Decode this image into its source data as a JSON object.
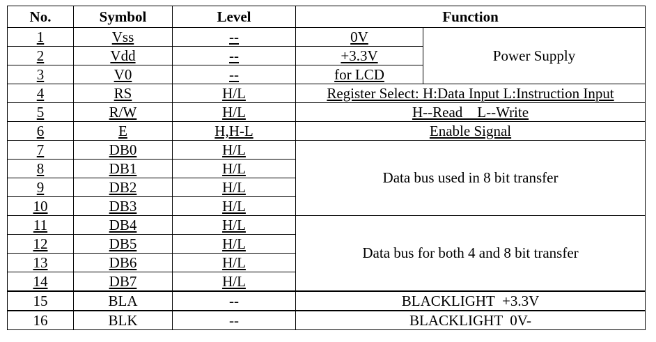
{
  "headers": {
    "no": "No.",
    "symbol": "Symbol",
    "level": "Level",
    "function": "Function"
  },
  "rows": [
    {
      "no": "1",
      "symbol": "Vss",
      "level": "--",
      "function": "0V"
    },
    {
      "no": "2",
      "symbol": "Vdd",
      "level": "--",
      "function": "+3.3V"
    },
    {
      "no": "3",
      "symbol": "V0",
      "level": "--",
      "function": "for LCD"
    },
    {
      "no": "4",
      "symbol": "RS",
      "level": "H/L",
      "function": "Register Select:  H:Data Input  L:Instruction Input"
    },
    {
      "no": "5",
      "symbol": "R/W",
      "level": "H/L",
      "function": "H--Read    L--Write"
    },
    {
      "no": "6",
      "symbol": "E",
      "level": "H,H-L",
      "function": "Enable Signal"
    },
    {
      "no": "7",
      "symbol": "DB0",
      "level": "H/L"
    },
    {
      "no": "8",
      "symbol": "DB1",
      "level": "H/L"
    },
    {
      "no": "9",
      "symbol": "DB2",
      "level": "H/L"
    },
    {
      "no": "10",
      "symbol": "DB3",
      "level": "H/L"
    },
    {
      "no": "11",
      "symbol": "DB4",
      "level": "H/L"
    },
    {
      "no": "12",
      "symbol": "DB5",
      "level": "H/L"
    },
    {
      "no": "13",
      "symbol": "DB6",
      "level": "H/L"
    },
    {
      "no": "14",
      "symbol": "DB7",
      "level": "H/L"
    },
    {
      "no": "15",
      "symbol": "BLA",
      "level": "--",
      "function": "BLACKLIGHT  +3.3V"
    },
    {
      "no": "16",
      "symbol": "BLK",
      "level": "--",
      "function": "BLACKLIGHT  0V-"
    }
  ],
  "groups": {
    "power": "Power Supply",
    "data_bus_8bit": "Data bus used in 8 bit transfer",
    "data_bus_4_8bit": "Data bus for both 4 and 8 bit transfer"
  }
}
